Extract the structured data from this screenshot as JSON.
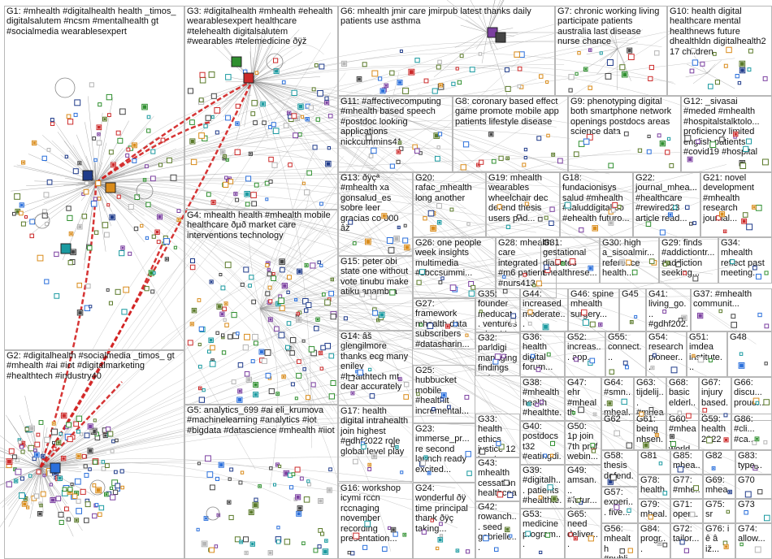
{
  "title": "",
  "groups": [
    {
      "id": "G1",
      "label": "G1: #mhealth #digitalhealth health _timos_ digitalsalutem #ncsm #mentalhealth gt #socialmedia wearablesexpert"
    },
    {
      "id": "G2",
      "label": "G2: #digitalhealth #socialmedia _timos_ gt #mhealth #ai #iot #digitalmarketing #healthtech #industry40"
    },
    {
      "id": "G3",
      "label": "G3: #digitalhealth #mhealth #ehealth wearablesexpert healthcare #telehealth digitalsalutem #wearables #telemedicine ðÿž"
    },
    {
      "id": "G4",
      "label": "G4: mhealth health #mhealth mobile healthcare ðµð market care interventions technology"
    },
    {
      "id": "G5",
      "label": "G5: analytics_699 #ai eli_krumova #machinelearning #analytics #iot #bigdata #datascience #mhealth #iiot"
    },
    {
      "id": "G6",
      "label": "G6: mhealth jmir care jmirpub latest thanks daily patients use asthma"
    },
    {
      "id": "G7",
      "label": "G7: chronic working living participate patients australia last disease nurse chance"
    },
    {
      "id": "G10",
      "label": "G10: health digital healthcare mental healthnews future dhealthldn digitalhealth2 17 children"
    },
    {
      "id": "G11",
      "label": "G11: #affectivecomputing #mhealth based speech #postdoc looking applications nickcummins41"
    },
    {
      "id": "G8",
      "label": "G8: coronary based effect game promote mobile app patients lifestyle disease"
    },
    {
      "id": "G9",
      "label": "G9: phenotyping digital both smartphone network openings postdocs areas science data"
    },
    {
      "id": "G12",
      "label": "G12: _sivasai #meded #mhealth #hospitalstalktolo... proficiency limited english patients #covid19 #hospital"
    },
    {
      "id": "G13",
      "label": "G13: ðÿçª #mhealth xa gonsalud_es sobre leer gracias co 000 âž"
    },
    {
      "id": "G20",
      "label": "G20: rafac_mhealth long another"
    },
    {
      "id": "G19",
      "label": "G19: mhealth wearables wheelchair dec defend thesis users phd..."
    },
    {
      "id": "G18",
      "label": "G18: fundacionisys salud #mhealth #saluddigital co #ehealth futuro..."
    },
    {
      "id": "G22",
      "label": "G22: journal_mhea... #healthcare #rewired23 article read..."
    },
    {
      "id": "G21",
      "label": "G21: novel development #mhealth research journal..."
    },
    {
      "id": "G26",
      "label": "G26: one people week insights multimedia #sbccsummi..."
    },
    {
      "id": "G28",
      "label": "G28: mhealth care integrated #m6 patient #nurs413..."
    },
    {
      "id": "G31",
      "label": "G31: gestational diabetes ehealthrese..."
    },
    {
      "id": "G30",
      "label": "G30: high a_sisoalmir... reference health..."
    },
    {
      "id": "G29",
      "label": "G29: finds #addictiontr... #addiction seeking..."
    },
    {
      "id": "G34",
      "label": "G34: mhealth reflect past meeting..."
    },
    {
      "id": "G15",
      "label": "G15: peter obi state one without vote tinubu make atiku anambra"
    },
    {
      "id": "G27",
      "label": "G27: framework mhealth data subscribers #datasharin..."
    },
    {
      "id": "G35",
      "label": "G35: founder meducat... ventures mhealth..."
    },
    {
      "id": "G44",
      "label": "G44: increased moderate..."
    },
    {
      "id": "G46",
      "label": "G46: spine mhealth surgery..."
    },
    {
      "id": "G45",
      "label": "G45"
    },
    {
      "id": "G41",
      "label": "G41: living_go... #gdhf202..."
    },
    {
      "id": "G37",
      "label": "G37: #mhealth communit..."
    },
    {
      "id": "G14",
      "label": "G14: âš glengilmore thanks ecg many enilev #healthtech mt dear accurately"
    },
    {
      "id": "G32",
      "label": "G32: parldigi managing findings today..."
    },
    {
      "id": "G36",
      "label": "G36: health digital forum..."
    },
    {
      "id": "G52",
      "label": "G52: increas... app..."
    },
    {
      "id": "G55",
      "label": "G55: connect..."
    },
    {
      "id": "G54",
      "label": "G54: research pioneer..."
    },
    {
      "id": "G51",
      "label": "G51: imdea institute..."
    },
    {
      "id": "G48",
      "label": "G48"
    },
    {
      "id": "G25",
      "label": "G25: hubbucket mobile #healthit incremental..."
    },
    {
      "id": "G38",
      "label": "G38: #mhealth health #healthte..."
    },
    {
      "id": "G47",
      "label": "G47: ehr #mhealth presen..."
    },
    {
      "id": "G64",
      "label": "G64: #smn... mheal..."
    },
    {
      "id": "G63",
      "label": "G63: tijdelij... #mheal..."
    },
    {
      "id": "G68",
      "label": "G68: basic elderl..."
    },
    {
      "id": "G67",
      "label": "G67: injury based..."
    },
    {
      "id": "G66",
      "label": "G66: discu... proud..."
    },
    {
      "id": "G17",
      "label": "G17: health digital intrahealth join highest #gdhf2022 role global level play"
    },
    {
      "id": "G33",
      "label": "G33: health ethics justice 12 lunch..."
    },
    {
      "id": "G23",
      "label": "G23: immerse_pr... re second launch ready excited..."
    },
    {
      "id": "G40",
      "label": "G40: postdocs t32 #eatingdi..."
    },
    {
      "id": "G50",
      "label": "G50: 1p join 7th prof webin..."
    },
    {
      "id": "G62",
      "label": "G62"
    },
    {
      "id": "G61",
      "label": "G61: being nhsen..."
    },
    {
      "id": "G60",
      "label": "G60: #mhea... world..."
    },
    {
      "id": "G59",
      "label": "G59: health 2022"
    },
    {
      "id": "G86",
      "label": "G86: #cli... #ca..."
    },
    {
      "id": "G58",
      "label": "G58: thesis defend..."
    },
    {
      "id": "G81",
      "label": "G81"
    },
    {
      "id": "G85",
      "label": "G85: mhea..."
    },
    {
      "id": "G82",
      "label": "G82"
    },
    {
      "id": "G83",
      "label": "G83: type..."
    },
    {
      "id": "G43",
      "label": "G43: mhealth cessation healthcoa..."
    },
    {
      "id": "G39",
      "label": "G39: #digitalh... patients #healthte..."
    },
    {
      "id": "G49",
      "label": "G49: amsan... #futur... time..."
    },
    {
      "id": "G78",
      "label": "G78: health..."
    },
    {
      "id": "G77",
      "label": "G77: #mhe..."
    },
    {
      "id": "G69",
      "label": "G69: mhea..."
    },
    {
      "id": "G70",
      "label": "G70"
    },
    {
      "id": "G16",
      "label": "G16: workshop icymi rccn rccnaging november recording presentation..."
    },
    {
      "id": "G24",
      "label": "G24: wonderful ðÿ time principal thank ðÿç taking..."
    },
    {
      "id": "G42",
      "label": "G42: rowanch... seed gabrielle..."
    },
    {
      "id": "G57",
      "label": "G57: experi... five..."
    },
    {
      "id": "G79",
      "label": "G79: mheal..."
    },
    {
      "id": "G71",
      "label": "G71: opera..."
    },
    {
      "id": "G75",
      "label": "G75: sr"
    },
    {
      "id": "G73",
      "label": "G73"
    },
    {
      "id": "G53",
      "label": "G53: medicine program..."
    },
    {
      "id": "G65",
      "label": "G65: need deliver..."
    },
    {
      "id": "G56",
      "label": "G56: mhealth #publi..."
    },
    {
      "id": "G84",
      "label": "G84: progr..."
    },
    {
      "id": "G72",
      "label": "G72: tailor..."
    },
    {
      "id": "G76",
      "label": "G76: i ê â iž..."
    },
    {
      "id": "G74",
      "label": "G74: allow..."
    }
  ]
}
